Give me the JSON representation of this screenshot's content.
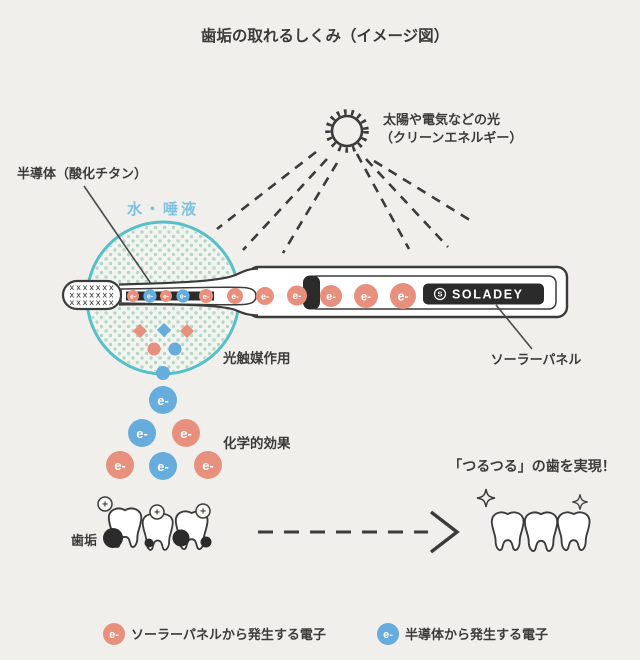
{
  "title": "歯垢の取れるしくみ（イメージ図）",
  "sun_label": {
    "line1": "太陽や電気などの光",
    "line2": "（クリーンエネルギー）"
  },
  "labels": {
    "semiconductor": "半導体（酸化チタン）",
    "water_saliva": "水・唾液",
    "photocatalysis": "光触媒作用",
    "solar_panel": "ソーラーパネル",
    "chemical_effect": "化学的効果",
    "plaque": "歯垢",
    "result": "「つるつる」の歯を実現！"
  },
  "brand": {
    "logo_mark": "S",
    "name": "SOLADEY"
  },
  "symbols": {
    "electron": "e-",
    "plus": "+",
    "bristle_row": "✕✕✕✕✕✕✕"
  },
  "legend": {
    "solar": {
      "symbol": "e-",
      "label": "ソーラーパネルから発生する電子",
      "color": "#E8907E"
    },
    "semiconductor": {
      "symbol": "e-",
      "label": "半導体から発生する電子",
      "color": "#66ACDC"
    }
  },
  "colors": {
    "background": "#F0EFEB",
    "outline": "#3B3B3B",
    "solar_electron": "#E8907E",
    "semiconductor_electron": "#66ACDC",
    "water_circle_border": "#56BFC8",
    "water_circle_fill": "#F2F5EF",
    "water_dots": "#B7D6C8",
    "water_label_text": "#7AC3E3",
    "panel_black": "#2B2B2B"
  }
}
